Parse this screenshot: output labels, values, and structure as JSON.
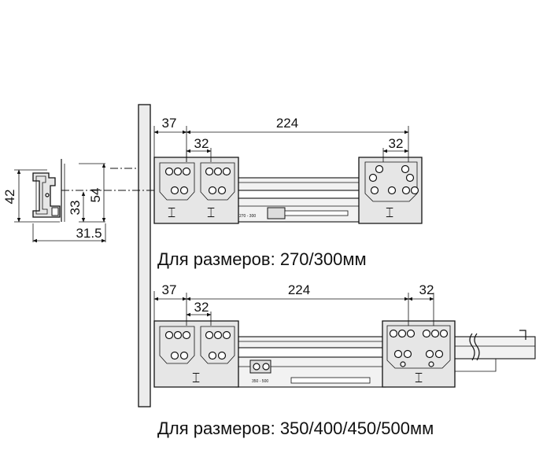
{
  "profile": {
    "height_outer": "42",
    "height_inner": "33",
    "height_total": "54",
    "width": "31.5"
  },
  "top_runner": {
    "offset": "37",
    "length": "224",
    "front_spacing": "32",
    "rear_spacing": "32",
    "caption": "Для размеров: 270/300мм"
  },
  "bottom_runner": {
    "offset": "37",
    "length": "224",
    "front_spacing": "32",
    "rear_spacing": "32",
    "caption": "Для размеров: 350/400/450/500мм"
  }
}
